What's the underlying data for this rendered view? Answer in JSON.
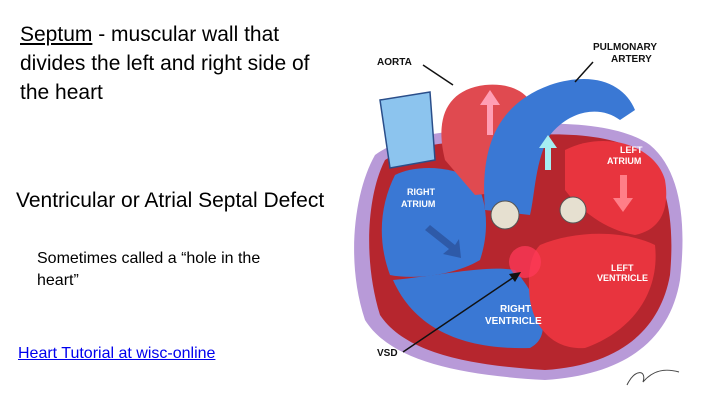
{
  "slide": {
    "septum_term": "Septum",
    "septum_definition": " - muscular wall that divides the left and right side of the heart",
    "defect_heading": "Ventricular or Atrial Septal Defect",
    "defect_subtext": "Sometimes called a “hole in the heart”",
    "tutorial_link": "Heart Tutorial at wisc-online"
  },
  "diagram": {
    "labels": {
      "aorta": "AORTA",
      "pulmonary_1": "PULMONARY",
      "pulmonary_2": "ARTERY",
      "left_atrium_1": "LEFT",
      "left_atrium_2": "ATRIUM",
      "right_atrium_1": "RIGHT",
      "right_atrium_2": "ATRIUM",
      "left_ventricle_1": "LEFT",
      "left_ventricle_2": "VENTRICLE",
      "right_ventricle_1": "RIGHT",
      "right_ventricle_2": "VENTRICLE",
      "vsd": "VSD"
    },
    "colors": {
      "oxygenated": "#e8343e",
      "deoxygenated": "#3a78d4",
      "muscle": "#b6262e",
      "pericardium": "#b89ad8",
      "vein_light": "#8cc4ee",
      "valve": "#e6e0d0",
      "defect_glow": "#ff3a5a"
    }
  }
}
